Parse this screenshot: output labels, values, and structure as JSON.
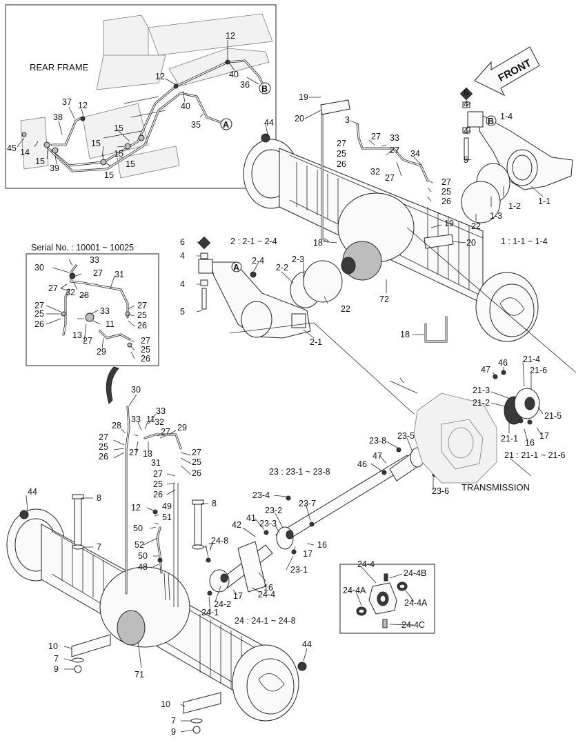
{
  "captions": {
    "rear_frame": "REAR FRAME",
    "serial": "Serial No. : 10001 ~ 10025",
    "front": "FRONT",
    "transmission": "TRANSMISSION",
    "group_2": "2 : 2-1 ~ 2-4",
    "group_1": "1 : 1-1 ~ 1-4",
    "group_21": "21 : 21-1 ~ 21-6",
    "group_23": "23 : 23-1 ~ 23-8",
    "group_24": "24 : 24-1 ~ 24-8",
    "detail_24_4": "24-4"
  },
  "callouts": {
    "A": "A",
    "B": "B"
  },
  "labels": {
    "rf_12a": "12",
    "rf_40a": "40",
    "rf_36": "36",
    "rf_12b": "12",
    "rf_40b": "40",
    "rf_35": "35",
    "rf_37": "37",
    "rf_12c": "12",
    "rf_38": "38",
    "rf_15a": "15",
    "rf_15b": "15",
    "rf_15c": "15",
    "rf_15d": "15",
    "rf_15e": "15",
    "rf_45": "45",
    "rf_14": "14",
    "rf_15f": "15",
    "rf_39": "39",
    "ra_19a": "19",
    "ra_20a": "20",
    "ra_3": "3",
    "ra_27a": "27",
    "ra_33a": "33",
    "ra_25a": "25",
    "ra_26a": "26",
    "ra_27b": "27",
    "ra_32a": "32",
    "ra_27c": "27",
    "ra_34": "34",
    "ra_27d": "27",
    "ra_25b": "25",
    "ra_26b": "26",
    "ra_44a": "44",
    "ra_6a": "6",
    "ra_4a": "4",
    "ra_4b": "4",
    "ra_5a": "5",
    "ra_14b": "1-4",
    "ra_1_1": "1-1",
    "ra_1_2": "1-2",
    "ra_1_3": "1-3",
    "ra_22a": "22",
    "ra_19b": "19",
    "ra_20b": "20",
    "ra_18a": "18",
    "ra_72": "72",
    "ra_22b": "22",
    "ra_18b": "18",
    "ra_6b": "6",
    "ra_4c": "4",
    "ra_4d": "4",
    "ra_5b": "5",
    "ra_2_4": "2-4",
    "ra_2_2": "2-2",
    "ra_2_3": "2-3",
    "ra_2_1": "2-1",
    "sn_30": "30",
    "sn_33a": "33",
    "sn_27a": "27",
    "sn_31": "31",
    "sn_27b": "27",
    "sn_32": "32",
    "sn_28": "28",
    "sn_27c": "27",
    "sn_25a": "25",
    "sn_26a": "26",
    "sn_33b": "33",
    "sn_13": "13",
    "sn_11": "11",
    "sn_27d": "27",
    "sn_29": "29",
    "sn_27e": "27",
    "sn_25b": "25",
    "sn_26b": "26",
    "sn_27f": "27",
    "sn_25c": "25",
    "sn_26c": "26",
    "fa_30": "30",
    "fa_33a": "33",
    "fa_11": "11",
    "fa_32": "32",
    "fa_28": "28",
    "fa_33b": "33",
    "fa_27a": "27",
    "fa_29": "29",
    "fa_27b": "27",
    "fa_25a": "25",
    "fa_26a": "26",
    "fa_27c": "27",
    "fa_13": "13",
    "fa_27d": "27",
    "fa_25b": "25",
    "fa_31": "31",
    "fa_26b": "26",
    "fa_27e": "27",
    "fa_25c": "25",
    "fa_26c": "26",
    "fa_44a": "44",
    "fa_8a": "8",
    "fa_7a": "7",
    "fa_12": "12",
    "fa_49": "49",
    "fa_51": "51",
    "fa_50a": "50",
    "fa_52": "52",
    "fa_50b": "50",
    "fa_48": "48",
    "fa_8b": "8",
    "fa_7b": "7",
    "fa_10a": "10",
    "fa_7c": "7",
    "fa_9a": "9",
    "fa_71": "71",
    "fa_44b": "44",
    "fa_10b": "10",
    "fa_7d": "7",
    "fa_9b": "9",
    "ds_24_8": "24-8",
    "ds_42": "42",
    "ds_41": "41",
    "ds_23_2": "23-2",
    "ds_23_3": "23-3",
    "ds_23_4": "23-4",
    "ds_23_7": "23-7",
    "ds_17a": "17",
    "ds_16a": "16",
    "ds_23_1": "23-1",
    "ds_16b": "16",
    "ds_17b": "17",
    "ds_24_2": "24-2",
    "ds_24_1": "24-1",
    "ds_24_4": "24-4",
    "ds_46": "46",
    "ds_47": "47",
    "ds_23_8": "23-8",
    "ds_23_5": "23-5",
    "ds_23_6": "23-6",
    "tr_47": "47",
    "tr_46": "46",
    "tr_21_4": "21-4",
    "tr_21_6": "21-6",
    "tr_21_3": "21-3",
    "tr_21_2": "21-2",
    "tr_21_5": "21-5",
    "tr_21_1": "21-1",
    "tr_16": "16",
    "tr_17": "17",
    "dt_24_4b": "24-4B",
    "dt_24_4a_l": "24-4A",
    "dt_24_4a_r": "24-4A",
    "dt_24_4c": "24-4C"
  }
}
